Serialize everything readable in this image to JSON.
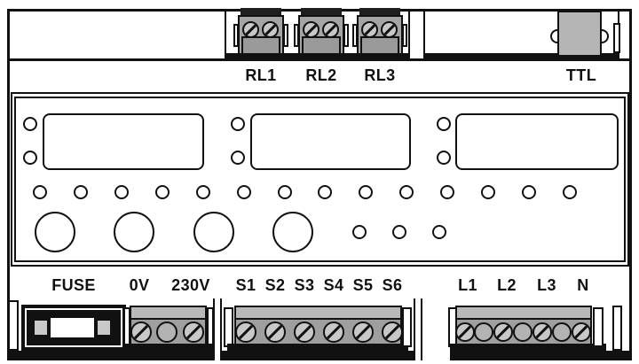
{
  "labels": {
    "relays": [
      "RL1",
      "RL2",
      "RL3"
    ],
    "ttl": "TTL",
    "fuse": "FUSE",
    "power": [
      "0V",
      "230V"
    ],
    "sensors": [
      "S1",
      "S2",
      "S3",
      "S4",
      "S5",
      "S6"
    ],
    "mains": [
      "L1",
      "L2",
      "L3",
      "N"
    ]
  },
  "counts": {
    "status_leds": 14,
    "aux_leds": 3,
    "buttons": 4,
    "displays": 3
  },
  "icons": {
    "screw_terminal": "slotted-screw-icon",
    "plain_terminal": "round-hole",
    "led": "round-led",
    "button": "round-button"
  },
  "colors": {
    "outline": "#111111",
    "block_gray": "#a5a5a5",
    "block_gray_dark": "#9f9f9f",
    "strip_gray": "#b9b9b9",
    "screw_gray": "#c8c8c8",
    "dark_bar": "#1f1f1f",
    "background": "#ffffff"
  }
}
